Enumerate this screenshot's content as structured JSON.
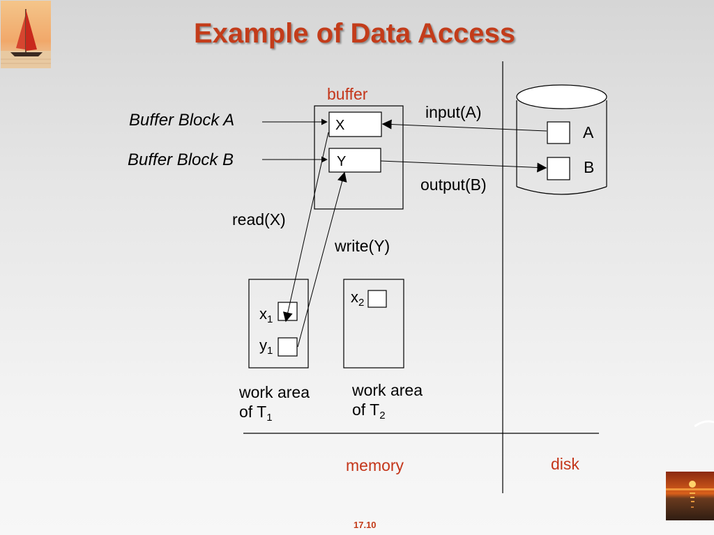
{
  "slide": {
    "title": "Example of Data Access",
    "page_number": "17.10"
  },
  "labels": {
    "buffer": "buffer",
    "buffer_block_a": "Buffer Block A",
    "buffer_block_b": "Buffer Block B",
    "block_x": "X",
    "block_y": "Y",
    "input_a": "input(A)",
    "output_b": "output(B)",
    "disk_a": "A",
    "disk_b": "B",
    "read_x": "read(X)",
    "write_y": "write(Y)",
    "x1_base": "x",
    "x1_sub": "1",
    "y1_base": "y",
    "y1_sub": "1",
    "x2_base": "x",
    "x2_sub": "2",
    "work_t1_line1": "work area",
    "work_t1_line2": "of T",
    "work_t1_sub": "1",
    "work_t2_line1": "work area",
    "work_t2_line2": "of T",
    "work_t2_sub": "2",
    "memory": "memory",
    "disk": "disk"
  },
  "colors": {
    "title": "#c33c1a",
    "accent_label": "#c4361a",
    "lines": "#000000"
  },
  "icons": [
    "sailboat-logo",
    "sunset-logo"
  ]
}
